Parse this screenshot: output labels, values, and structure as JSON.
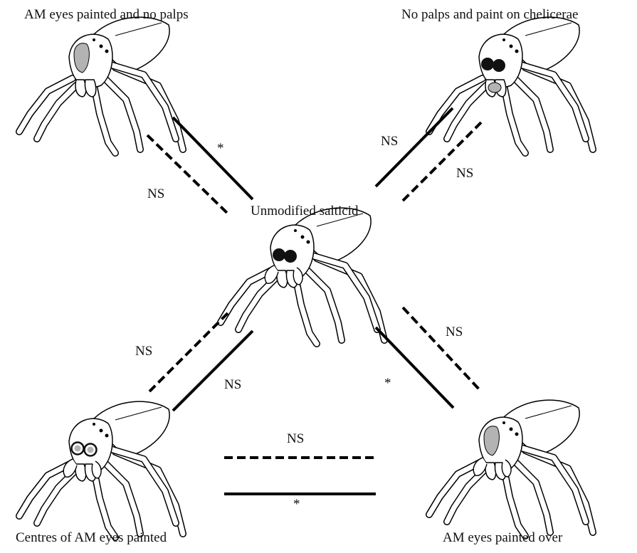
{
  "nodes": {
    "top_left": {
      "label": "AM eyes painted and no palps",
      "eyes": "am-painted",
      "palps": false,
      "chelicerae_paint": false
    },
    "top_right": {
      "label": "No palps and paint on chelicerae",
      "eyes": "normal",
      "palps": false,
      "chelicerae_paint": true
    },
    "center": {
      "label": "Unmodified salticid",
      "eyes": "normal",
      "palps": true,
      "chelicerae_paint": false
    },
    "bottom_left": {
      "label": "Centres of AM eyes painted",
      "eyes": "centres-painted",
      "palps": true,
      "chelicerae_paint": false
    },
    "bottom_right": {
      "label": "AM eyes painted over",
      "eyes": "am-painted",
      "palps": true,
      "chelicerae_paint": false
    }
  },
  "comparisons": [
    {
      "id": "tl-solid",
      "style": "solid",
      "result": "*"
    },
    {
      "id": "tl-dashed",
      "style": "dashed",
      "result": "NS"
    },
    {
      "id": "tr-solid",
      "style": "solid",
      "result": "NS"
    },
    {
      "id": "tr-dashed",
      "style": "dashed",
      "result": "NS"
    },
    {
      "id": "bl-dashed",
      "style": "dashed",
      "result": "NS"
    },
    {
      "id": "bl-solid",
      "style": "solid",
      "result": "NS"
    },
    {
      "id": "br-dashed",
      "style": "dashed",
      "result": "NS"
    },
    {
      "id": "br-solid",
      "style": "solid",
      "result": "*"
    },
    {
      "id": "bottom-dashed",
      "style": "dashed",
      "result": "NS"
    },
    {
      "id": "bottom-solid",
      "style": "solid",
      "result": "*"
    }
  ],
  "colors": {
    "line": "#000000",
    "paint": "#b3b3b3",
    "eye": "#111111"
  }
}
